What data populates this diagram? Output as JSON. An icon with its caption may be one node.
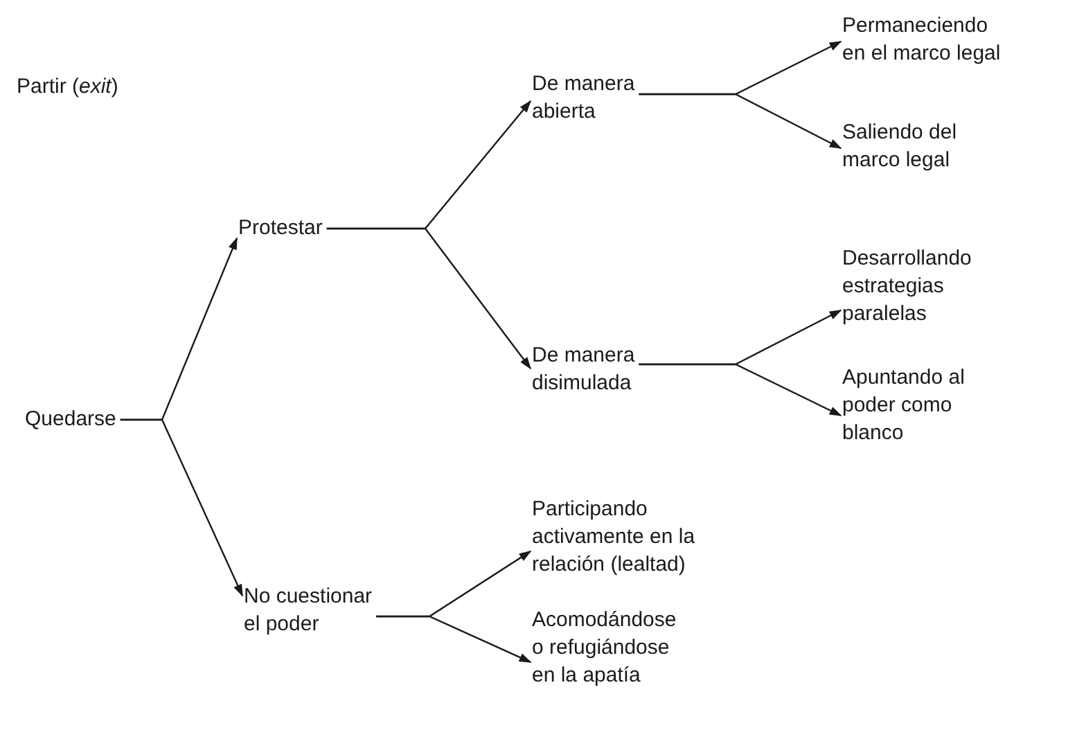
{
  "diagram": {
    "nodes": [
      {
        "text": [
          "Partir (*exit*)"
        ]
      },
      {
        "text": [
          "Quedarse"
        ]
      },
      {
        "text": [
          "Protestar"
        ]
      },
      {
        "text": [
          "De manera abierta"
        ]
      },
      {
        "text": [
          "De manera disimulada"
        ]
      },
      {
        "text": [
          "No cuestionar el poder"
        ]
      },
      {
        "text": [
          "Permaneciendo en el marco legal"
        ]
      },
      {
        "text": [
          "Saliendo del marco legal"
        ]
      },
      {
        "text": [
          "Desarrollando estrategias paralelas"
        ]
      },
      {
        "text": [
          "Apuntando al poder como blanco"
        ]
      },
      {
        "text": [
          "Participando activamente en la relación (lealtad)"
        ]
      },
      {
        "text": [
          "Acomodándose o refugiándose en la apatía"
        ]
      }
    ],
    "edges": [
      {
        "from": 1,
        "to": 2,
        "arrow": "to"
      },
      {
        "from": 1,
        "to": 5,
        "arrow": "to"
      },
      {
        "from": 2,
        "to": 3,
        "arrow": "to"
      },
      {
        "from": 2,
        "to": 4,
        "arrow": "to"
      },
      {
        "from": 3,
        "to": 6,
        "arrow": "to"
      },
      {
        "from": 3,
        "to": 7,
        "arrow": "to"
      },
      {
        "from": 4,
        "to": 8,
        "arrow": "to"
      },
      {
        "from": 4,
        "to": 9,
        "arrow": "to"
      },
      {
        "from": 5,
        "to": 10,
        "arrow": "to"
      },
      {
        "from": 5,
        "to": 11,
        "arrow": "to"
      }
    ]
  }
}
